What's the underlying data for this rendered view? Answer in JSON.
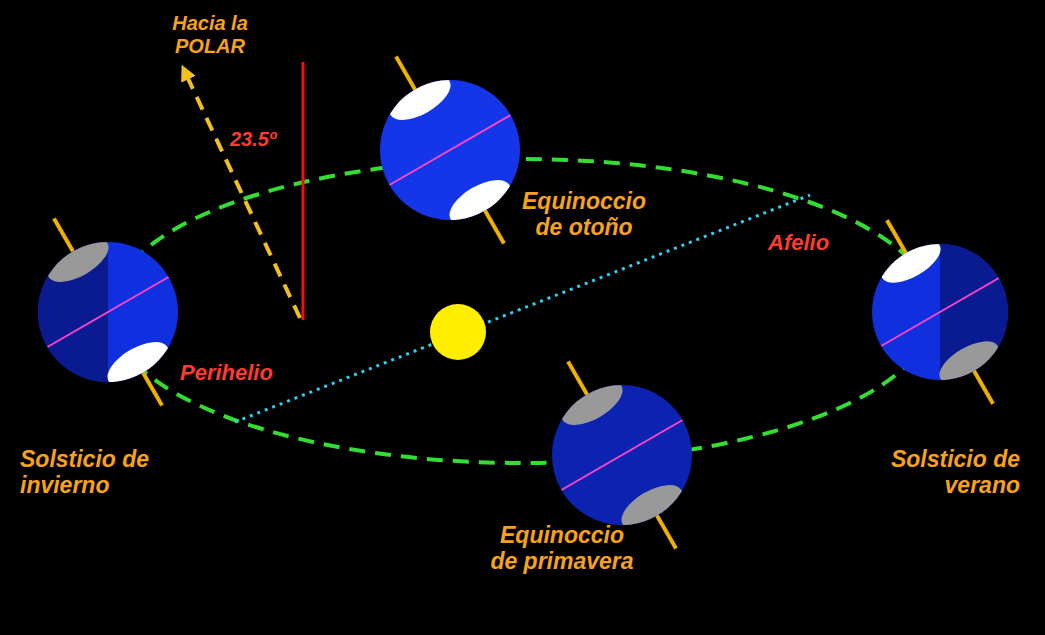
{
  "diagram": {
    "labels": [
      "Hacia la POLAR",
      "23.5º",
      "Equinoccio de otoño",
      "Afelio",
      "Perihelio",
      "Solsticio de invierno",
      "Solsticio de verano",
      "Equinoccio de primavera"
    ]
  }
}
